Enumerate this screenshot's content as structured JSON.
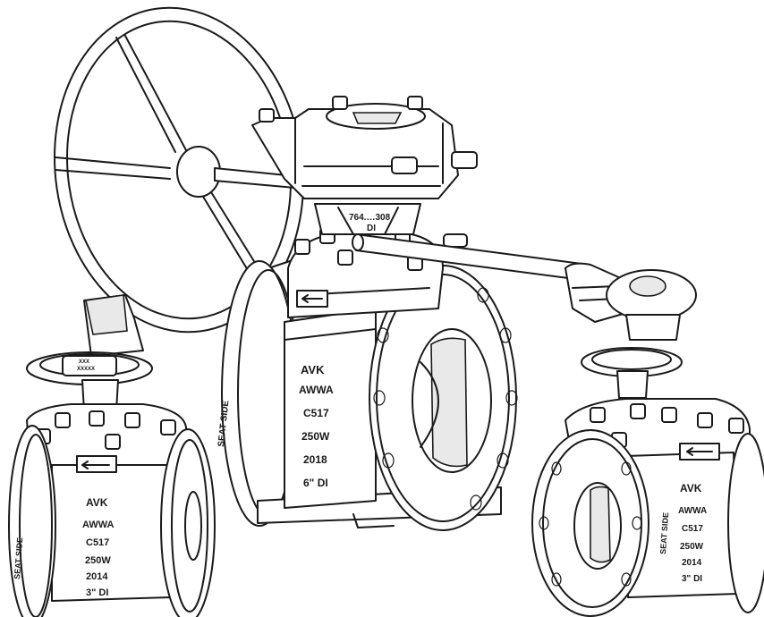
{
  "illustration": {
    "gear_operator": {
      "tag_code": "764.…308",
      "tag_material": "DI"
    },
    "valves": [
      {
        "id": "large",
        "brand": "AVK",
        "standard": "AWWA",
        "spec": "C517",
        "pressure": "250W",
        "year": "2018",
        "size": "6\" DI",
        "seat_side": "SEAT SIDE"
      },
      {
        "id": "left",
        "brand": "AVK",
        "standard": "AWWA",
        "spec": "C517",
        "pressure": "250W",
        "year": "2014",
        "size": "3\" DI",
        "seat_side": "SEAT SIDE",
        "stamp_1": "XXX",
        "stamp_2": "XXXXX"
      },
      {
        "id": "right",
        "brand": "AVK",
        "standard": "AWWA",
        "spec": "C517",
        "pressure": "250W",
        "year": "2014",
        "size": "3\" DI",
        "seat_side": "SEAT SIDE"
      }
    ]
  }
}
